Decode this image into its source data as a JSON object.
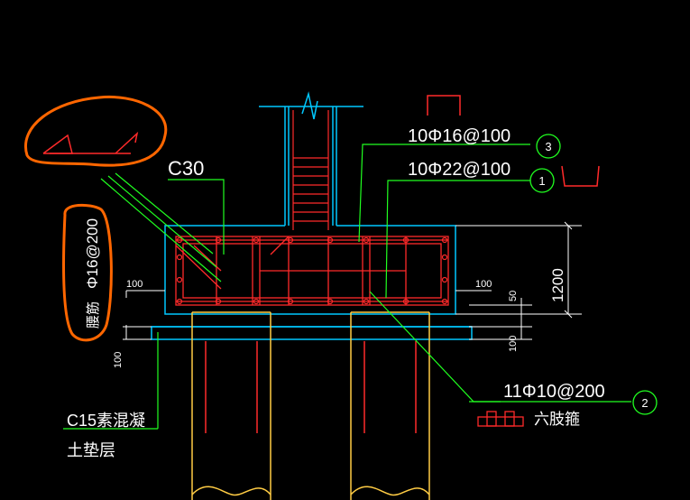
{
  "drawing": {
    "concrete_grade": "C30",
    "top_rebar_3": "10Φ16@100",
    "top_rebar_1": "10Φ22@100",
    "stirrup": "11Φ10@200",
    "stirrup_type": "六肢箍",
    "side_rebar_spec": "Φ16@200",
    "side_rebar_label": "腰筋",
    "dim_height": "1200",
    "dim_left_cover": "100",
    "dim_right_cover": "100",
    "dim_bottom_cover": "100",
    "dim_right_bottom": "100",
    "dim_50": "50",
    "bedding_line1": "C15素混凝",
    "bedding_line2": "土垫层",
    "callout_1": "1",
    "callout_2": "2",
    "callout_3": "3"
  },
  "colors": {
    "background": "#000000",
    "concrete_outline": "#00c8ff",
    "rebar": "#ff2a2a",
    "leader_green": "#20ff20",
    "text": "#ffffff",
    "pile": "#ffcc44",
    "annotation_orange": "#ff6600",
    "dimension": "#ffffff"
  },
  "icons": [
    "section-mark-icon",
    "callout-circle-icon",
    "stirrup-symbol-icon"
  ]
}
